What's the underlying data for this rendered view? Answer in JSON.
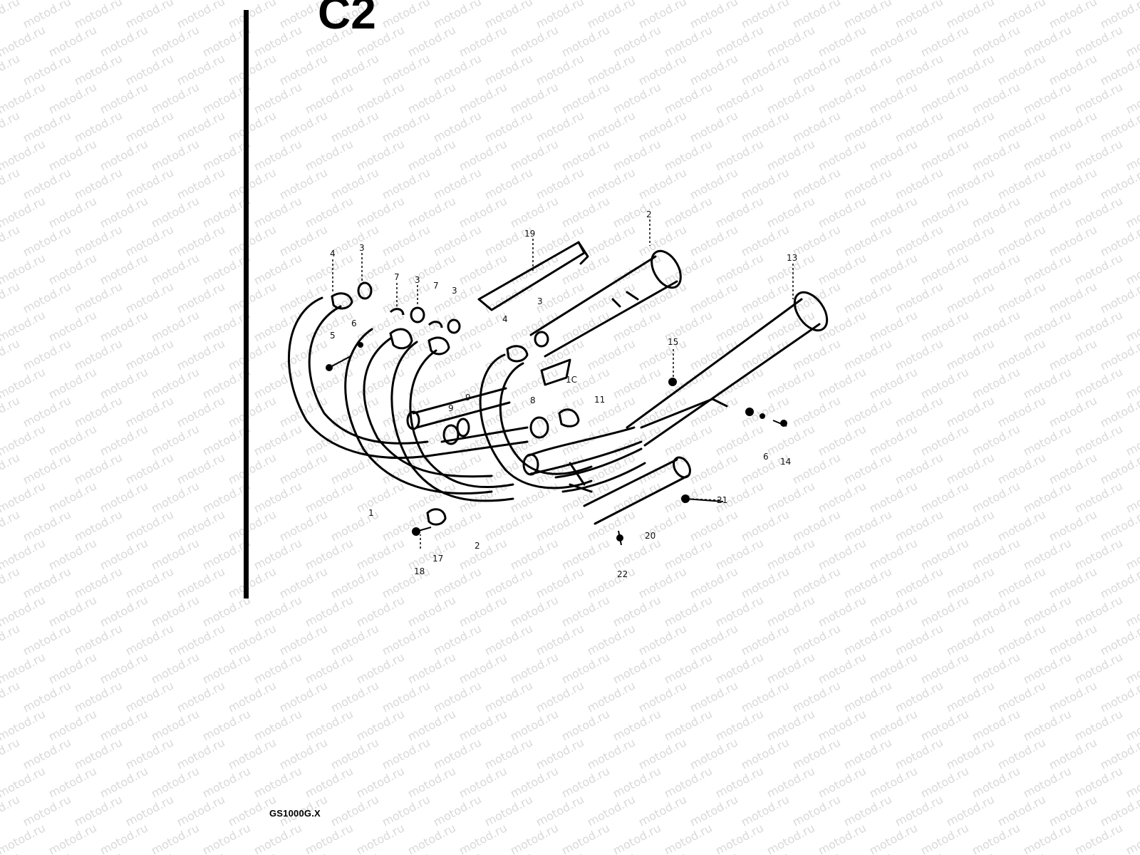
{
  "page": {
    "section_title": "C2",
    "model_label": "GS1000G.X",
    "watermark_text": "motod.ru"
  },
  "diagram": {
    "name": "exhaust-system-exploded-view",
    "callouts": [
      {
        "id": "c-4a",
        "text": "4"
      },
      {
        "id": "c-3a",
        "text": "3"
      },
      {
        "id": "c-7a",
        "text": "7"
      },
      {
        "id": "c-3b",
        "text": "3"
      },
      {
        "id": "c-7b",
        "text": "7"
      },
      {
        "id": "c-3c",
        "text": "3"
      },
      {
        "id": "c-19",
        "text": "19"
      },
      {
        "id": "c-2a",
        "text": "2"
      },
      {
        "id": "c-13",
        "text": "13"
      },
      {
        "id": "c-6a",
        "text": "6"
      },
      {
        "id": "c-5a",
        "text": "5"
      },
      {
        "id": "c-3d",
        "text": "3"
      },
      {
        "id": "c-4b",
        "text": "4"
      },
      {
        "id": "c-10",
        "text": "1C"
      },
      {
        "id": "c-15",
        "text": "15"
      },
      {
        "id": "c-9a",
        "text": "9"
      },
      {
        "id": "c-9b",
        "text": "9"
      },
      {
        "id": "c-8a",
        "text": "8"
      },
      {
        "id": "c-11",
        "text": "11"
      },
      {
        "id": "c-6b",
        "text": "6"
      },
      {
        "id": "c-14",
        "text": "14"
      },
      {
        "id": "c-1",
        "text": "1"
      },
      {
        "id": "c-21",
        "text": "21"
      },
      {
        "id": "c-20",
        "text": "20"
      },
      {
        "id": "c-2b",
        "text": "2"
      },
      {
        "id": "c-18",
        "text": "18"
      },
      {
        "id": "c-17",
        "text": "17"
      },
      {
        "id": "c-22",
        "text": "22"
      }
    ]
  },
  "colors": {
    "ink": "#000000",
    "paper": "#ffffff",
    "watermark": "#d9d9d9"
  }
}
